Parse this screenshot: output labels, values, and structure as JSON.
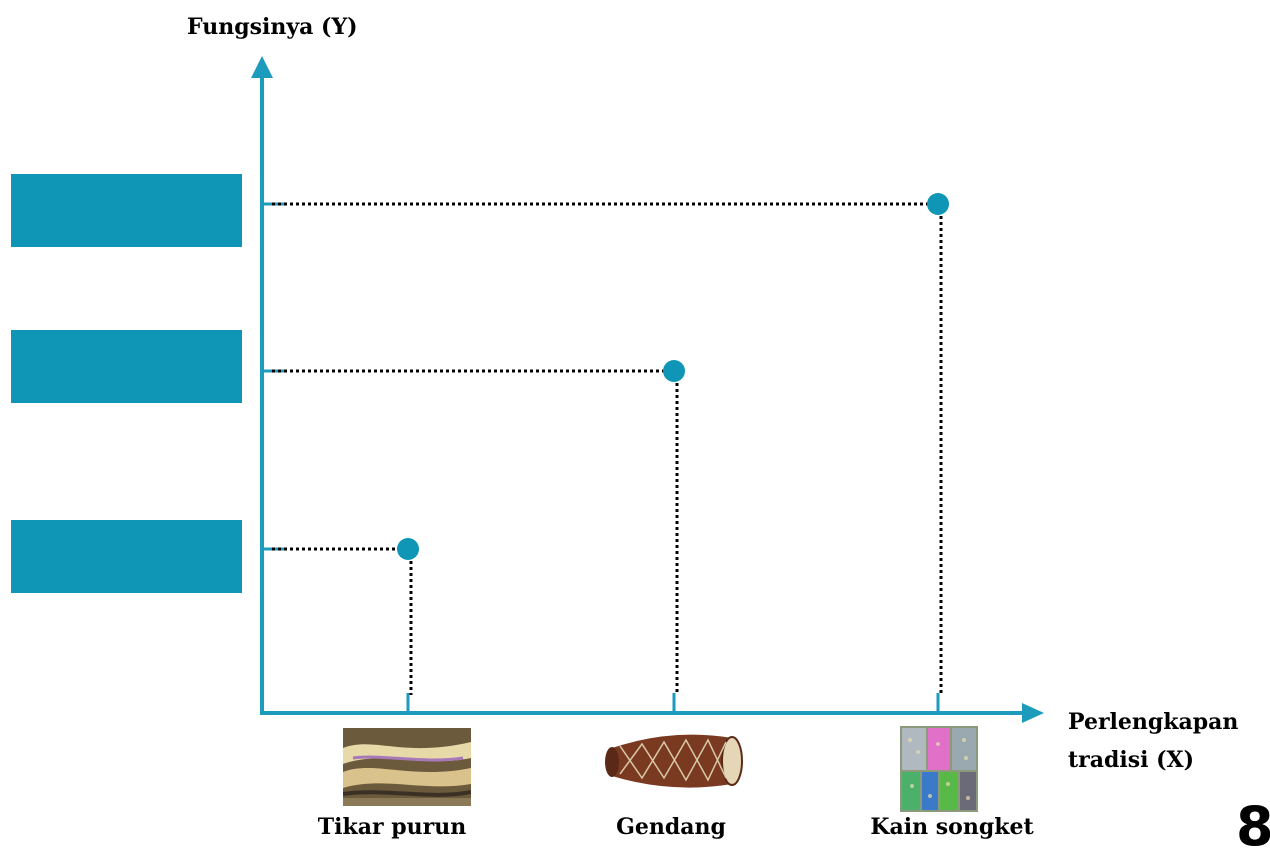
{
  "chart_data": {
    "type": "scatter",
    "title": "",
    "xlabel": "Perlengkapan tradisi (X)",
    "ylabel": "Fungsinya (Y)",
    "categories": [
      "Tikar purun",
      "Gendang",
      "Kain songket"
    ],
    "y_categories": [
      "",
      "",
      ""
    ],
    "points": [
      {
        "x": "Tikar purun",
        "y": 1
      },
      {
        "x": "Gendang",
        "y": 2
      },
      {
        "x": "Kain songket",
        "y": 3
      }
    ],
    "grid": false,
    "legend": "none"
  },
  "colors": {
    "accent": "#0f95b6",
    "axis": "#1c9bbc",
    "guide": "#000000"
  },
  "images": [
    {
      "category": "Tikar purun",
      "icon": "woven-mat-picture"
    },
    {
      "category": "Gendang",
      "icon": "drum-picture"
    },
    {
      "category": "Kain songket",
      "icon": "songket-cloth-picture"
    }
  ],
  "page_number": "8"
}
